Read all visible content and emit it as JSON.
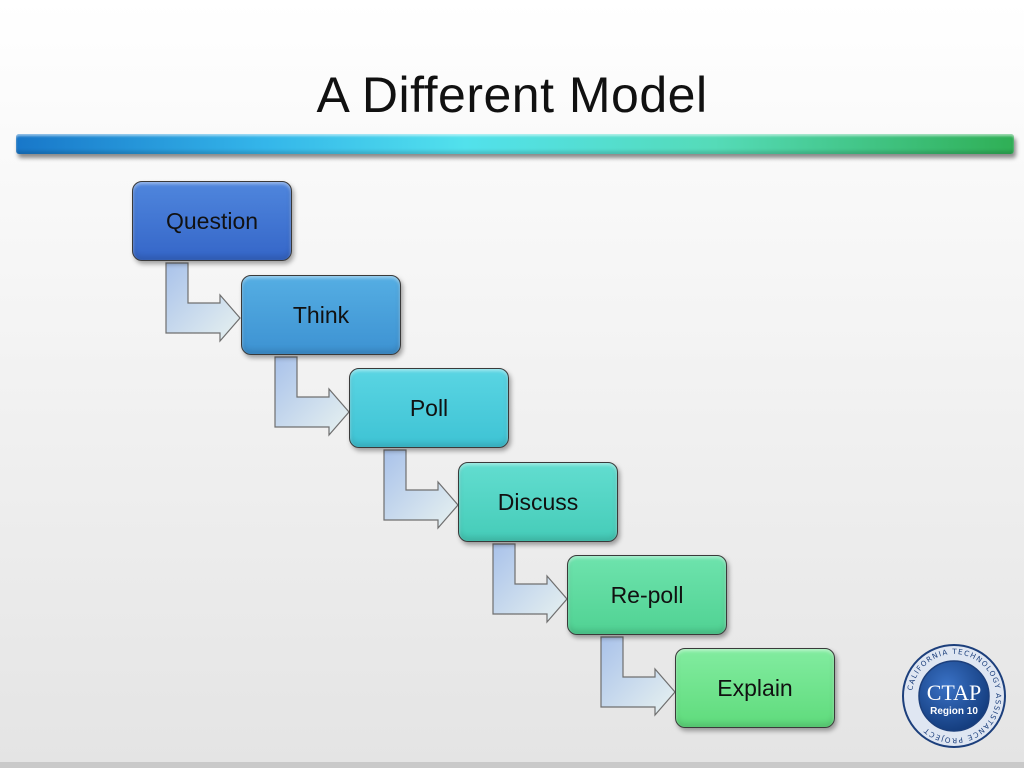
{
  "slide": {
    "title": "A Different Model"
  },
  "steps": [
    {
      "label": "Question"
    },
    {
      "label": "Think"
    },
    {
      "label": "Poll"
    },
    {
      "label": "Discuss"
    },
    {
      "label": "Re-poll"
    },
    {
      "label": "Explain"
    }
  ],
  "logo": {
    "name": "CTAP",
    "subtitle": "Region 10",
    "ring_text": "CALIFORNIA TECHNOLOGY ASSISTANCE PROJECT"
  },
  "colors": {
    "question": "#3f74d2",
    "think": "#47a0da",
    "poll": "#4ccbdb",
    "discuss": "#53d4c3",
    "repoll": "#5ddb9f",
    "explain": "#6fe38d"
  }
}
